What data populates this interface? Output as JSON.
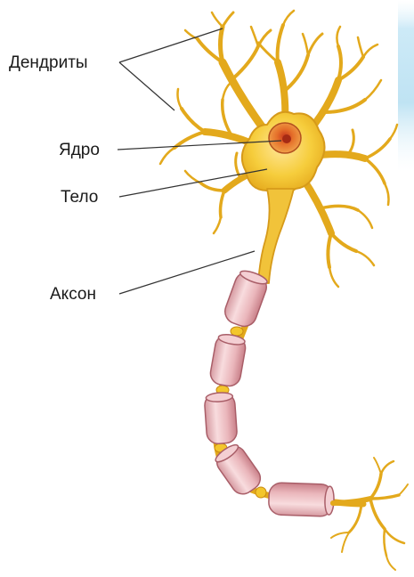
{
  "diagram": {
    "labels": {
      "dendrites": "Дендриты",
      "nucleus": "Ядро",
      "body": "Тело",
      "axon": "Аксон"
    }
  },
  "colors": {
    "neuron_fill": "#f3c62c",
    "neuron_edge": "#c98a12",
    "nucleus": "#e37b2a",
    "myelin": "#ecc0c4",
    "myelin_edge": "#b06a74",
    "leader": "#333333",
    "accent_strip": "#bfe3f3"
  }
}
